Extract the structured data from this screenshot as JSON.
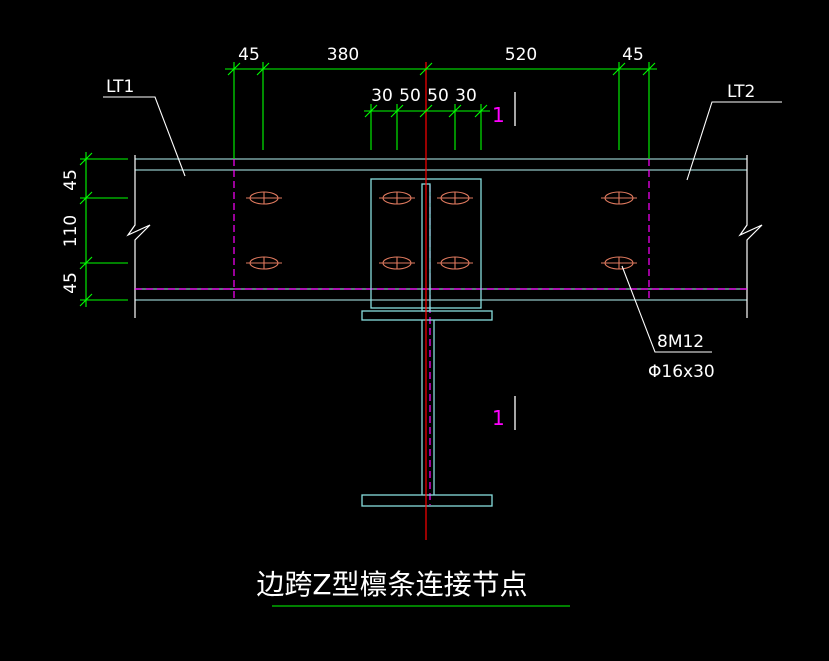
{
  "title": "边跨Z型檩条连接节点",
  "labels": {
    "left_purlin": "LT1",
    "right_purlin": "LT2",
    "bolt_spec": "8M12",
    "hole_spec": "Φ16x30",
    "section_mark": "1"
  },
  "dims_top": {
    "d1": "45",
    "d2": "380",
    "d3": "520",
    "d4": "45"
  },
  "dims_inner": {
    "d1": "30",
    "d2": "50",
    "d3": "50",
    "d4": "30"
  },
  "dims_left": {
    "d1": "45",
    "d2": "110",
    "d3": "45"
  },
  "colors": {
    "background": "#000000",
    "purlin": "#8fc4c4",
    "dimension": "#00ff00",
    "centerline": "#ff0000",
    "hidden": "#ff00ff",
    "bolt": "#e07a5f",
    "plate": "#88dddd",
    "text": "#ffffff"
  }
}
